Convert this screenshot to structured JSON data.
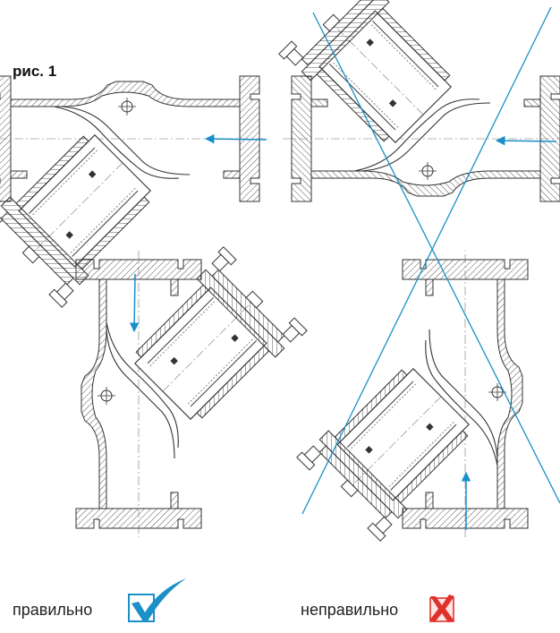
{
  "figure_label": "рис. 1",
  "legend": {
    "correct_label": "правильно",
    "incorrect_label": "неправильно"
  },
  "colors": {
    "line": "#333333",
    "hatch": "#444444",
    "flow_arrow": "#1a8fc8",
    "cross_out": "#1a8fc8",
    "check_icon": "#1a8fc8",
    "check_border": "#1a8fc8",
    "cross_icon": "#e0322c"
  },
  "icons": [
    "checkmark-icon",
    "cross-icon"
  ]
}
